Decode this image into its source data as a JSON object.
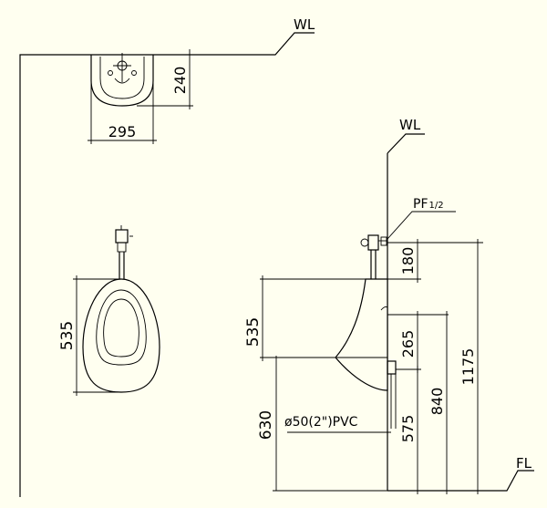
{
  "labels": {
    "wl_top": "WL",
    "wl_side": "WL",
    "fl": "FL",
    "pf": "PF",
    "pf_fraction": "1/2",
    "pvc": "ø50(2\")PVC"
  },
  "dimensions": {
    "plan_depth": "240",
    "plan_width": "295",
    "front_height": "535",
    "side_bowl_height": "535",
    "rim_height": "630",
    "spud_to_outlet": "265",
    "valve_height": "180",
    "outlet_height": "575",
    "spud_height": "840",
    "valve_total_height": "1175"
  }
}
